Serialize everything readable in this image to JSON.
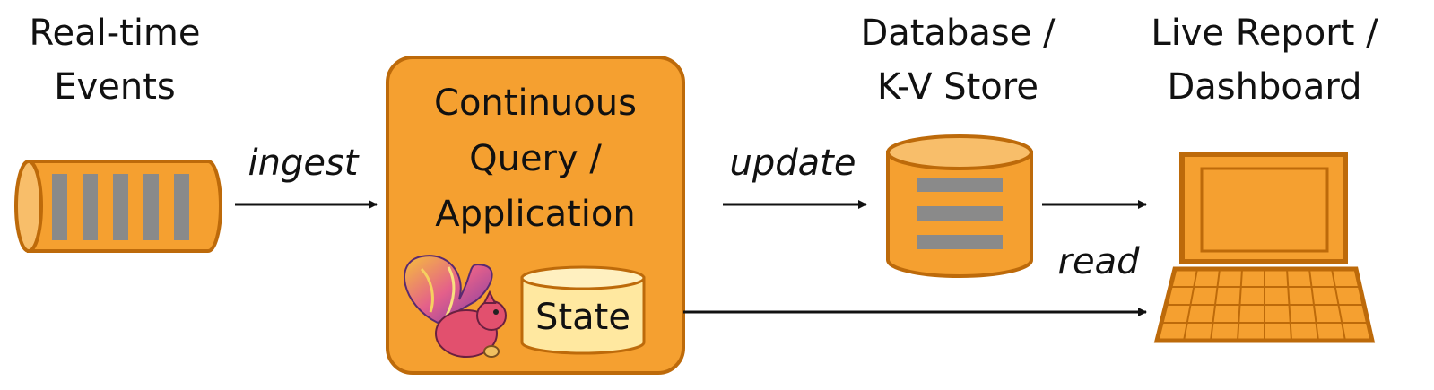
{
  "labels": {
    "events_line1": "Real-time",
    "events_line2": "Events",
    "db_line1": "Database /",
    "db_line2": "K-V Store",
    "report_line1": "Live Report /",
    "report_line2": "Dashboard",
    "app_line1": "Continuous",
    "app_line2": "Query /",
    "app_line3": "Application",
    "state": "State"
  },
  "edges": {
    "ingest": "ingest",
    "update": "update",
    "read": "read"
  },
  "icons": {
    "event_queue": "event-queue-icon",
    "squirrel": "flink-squirrel-icon",
    "database": "database-cylinder-icon",
    "computer": "computer-icon"
  },
  "colors": {
    "orange": "#F5A030",
    "orange_stroke": "#BD6A0A",
    "state_fill": "#FFE8A0",
    "gray_bar": "#8A8A8A",
    "ink": "#111111"
  }
}
